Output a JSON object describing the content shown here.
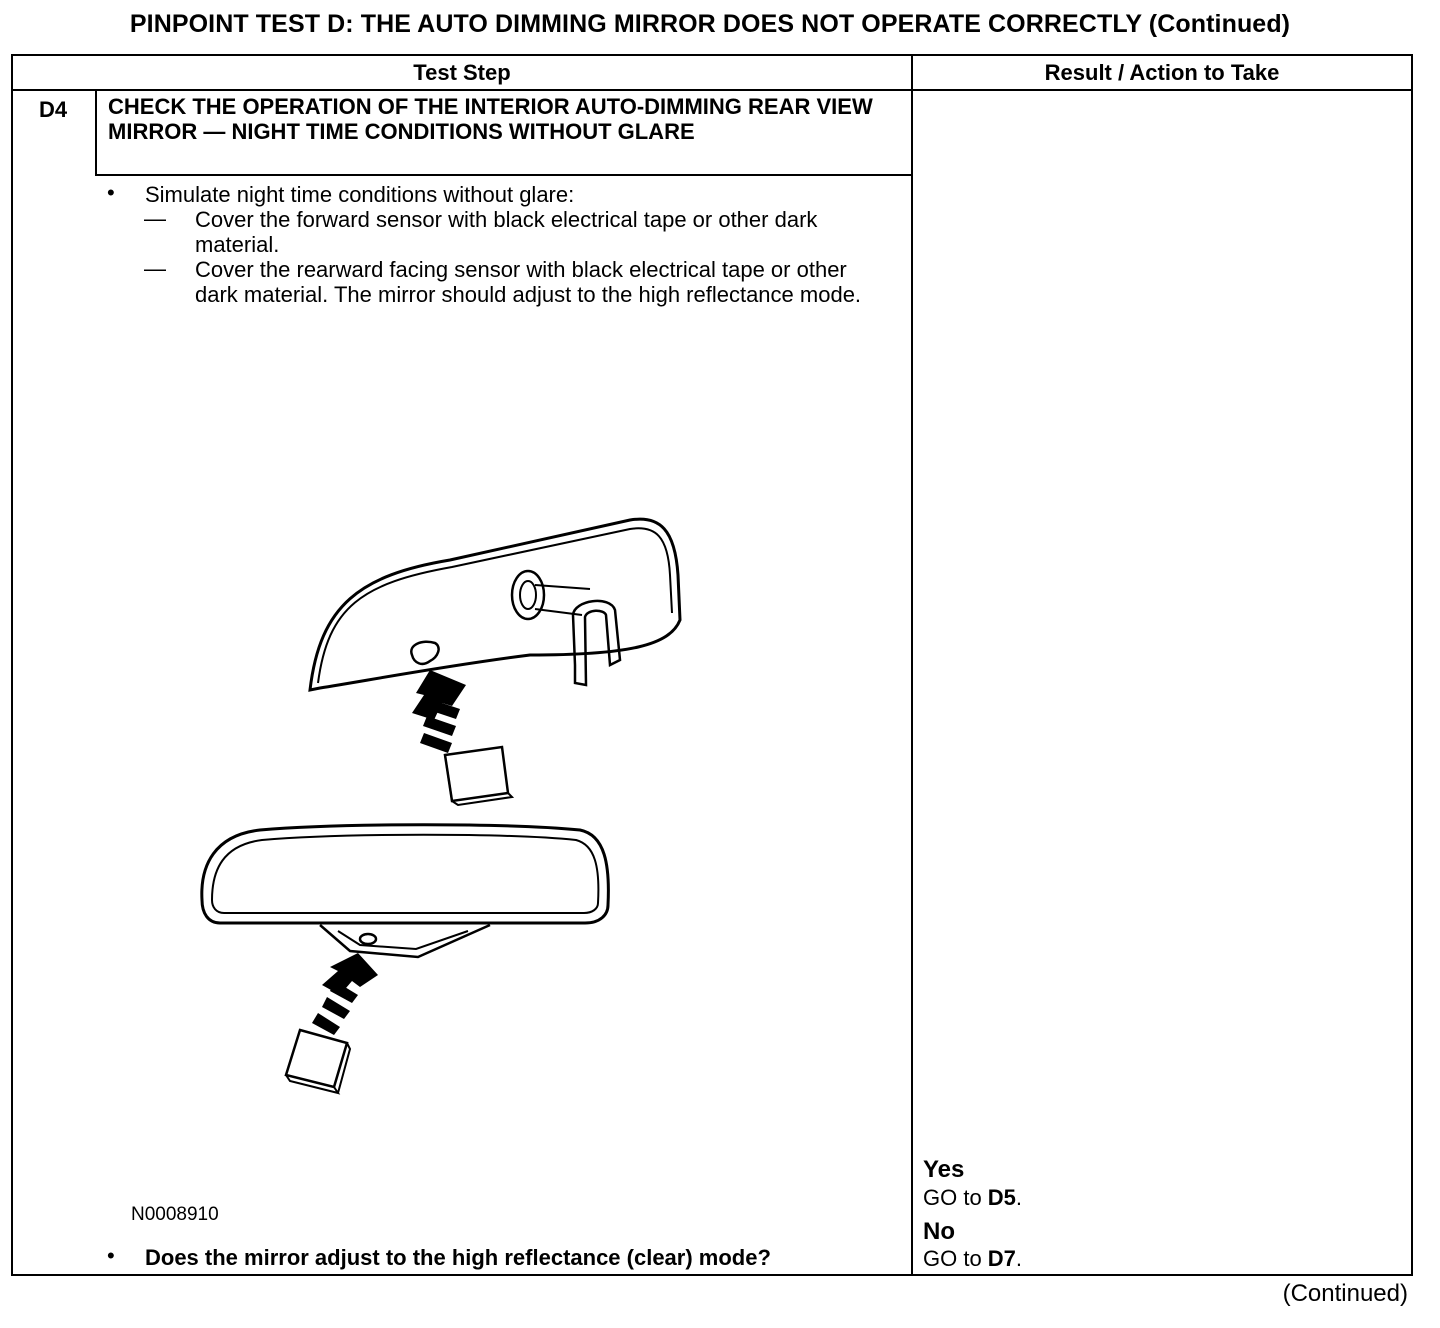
{
  "title": "PINPOINT TEST D: THE AUTO DIMMING MIRROR DOES NOT OPERATE CORRECTLY (Continued)",
  "table": {
    "headers": {
      "test_step": "Test Step",
      "result": "Result / Action to Take"
    },
    "step": {
      "number": "D4",
      "heading": "CHECK THE OPERATION OF THE INTERIOR AUTO-DIMMING REAR VIEW MIRROR — NIGHT TIME CONDITIONS WITHOUT GLARE",
      "bullet_symbol": "•",
      "dash_symbol": "—",
      "instruction": "Simulate night time conditions without glare:",
      "substeps": [
        "Cover the forward sensor with black electrical tape or other dark material.",
        "Cover the rearward facing sensor with black electrical tape or other dark material. The mirror should adjust to the high reflectance mode."
      ],
      "figure_code": "N0008910",
      "question": "Does the mirror adjust to the high reflectance (clear) mode?"
    },
    "results": [
      {
        "label": "Yes",
        "action_prefix": "GO to ",
        "target": "D5",
        "action_suffix": "."
      },
      {
        "label": "No",
        "action_prefix": "GO to ",
        "target": "D7",
        "action_suffix": "."
      }
    ]
  },
  "footer": "(Continued)"
}
